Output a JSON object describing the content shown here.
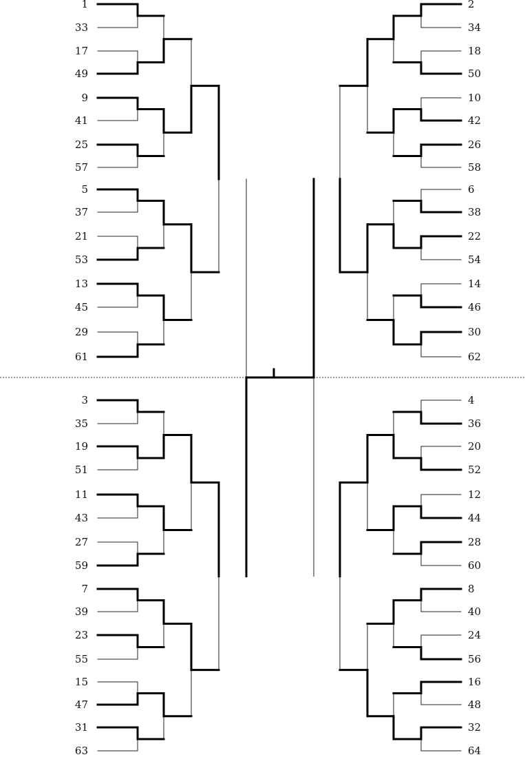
{
  "bracket": {
    "left_top_seeds": [
      "1",
      "33",
      "17",
      "49",
      "9",
      "41",
      "25",
      "57",
      "5",
      "37",
      "21",
      "53",
      "13",
      "45",
      "29",
      "61"
    ],
    "left_bottom_seeds": [
      "3",
      "35",
      "19",
      "51",
      "11",
      "43",
      "27",
      "59",
      "7",
      "39",
      "23",
      "55",
      "15",
      "47",
      "31",
      "63"
    ],
    "right_top_seeds": [
      "2",
      "34",
      "18",
      "50",
      "10",
      "42",
      "26",
      "58",
      "6",
      "38",
      "22",
      "54",
      "14",
      "46",
      "30",
      "62"
    ],
    "right_bottom_seeds": [
      "4",
      "36",
      "20",
      "52",
      "12",
      "44",
      "28",
      "60",
      "8",
      "40",
      "24",
      "56",
      "16",
      "48",
      "32",
      "64"
    ]
  }
}
